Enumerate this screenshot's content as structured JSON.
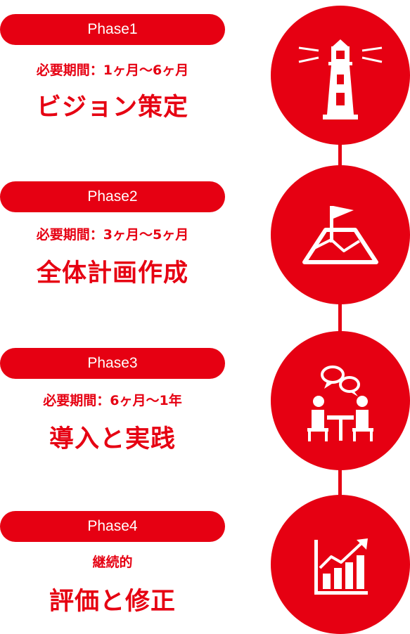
{
  "phases": [
    {
      "label": "Phase1",
      "duration": "必要期間：1ヶ月〜6ヶ月",
      "title": "ビジョン策定",
      "icon": "lighthouse-icon"
    },
    {
      "label": "Phase2",
      "duration": "必要期間：3ヶ月〜5ヶ月",
      "title": "全体計画作成",
      "icon": "map-flag-icon"
    },
    {
      "label": "Phase3",
      "duration": "必要期間：6ヶ月〜1年",
      "title": "導入と実践",
      "icon": "meeting-icon"
    },
    {
      "label": "Phase4",
      "duration": "継続的",
      "title": "評価と修正",
      "icon": "growth-chart-icon"
    }
  ],
  "colors": {
    "accent": "#e60012",
    "background": "#ffffff",
    "icon": "#ffffff"
  }
}
